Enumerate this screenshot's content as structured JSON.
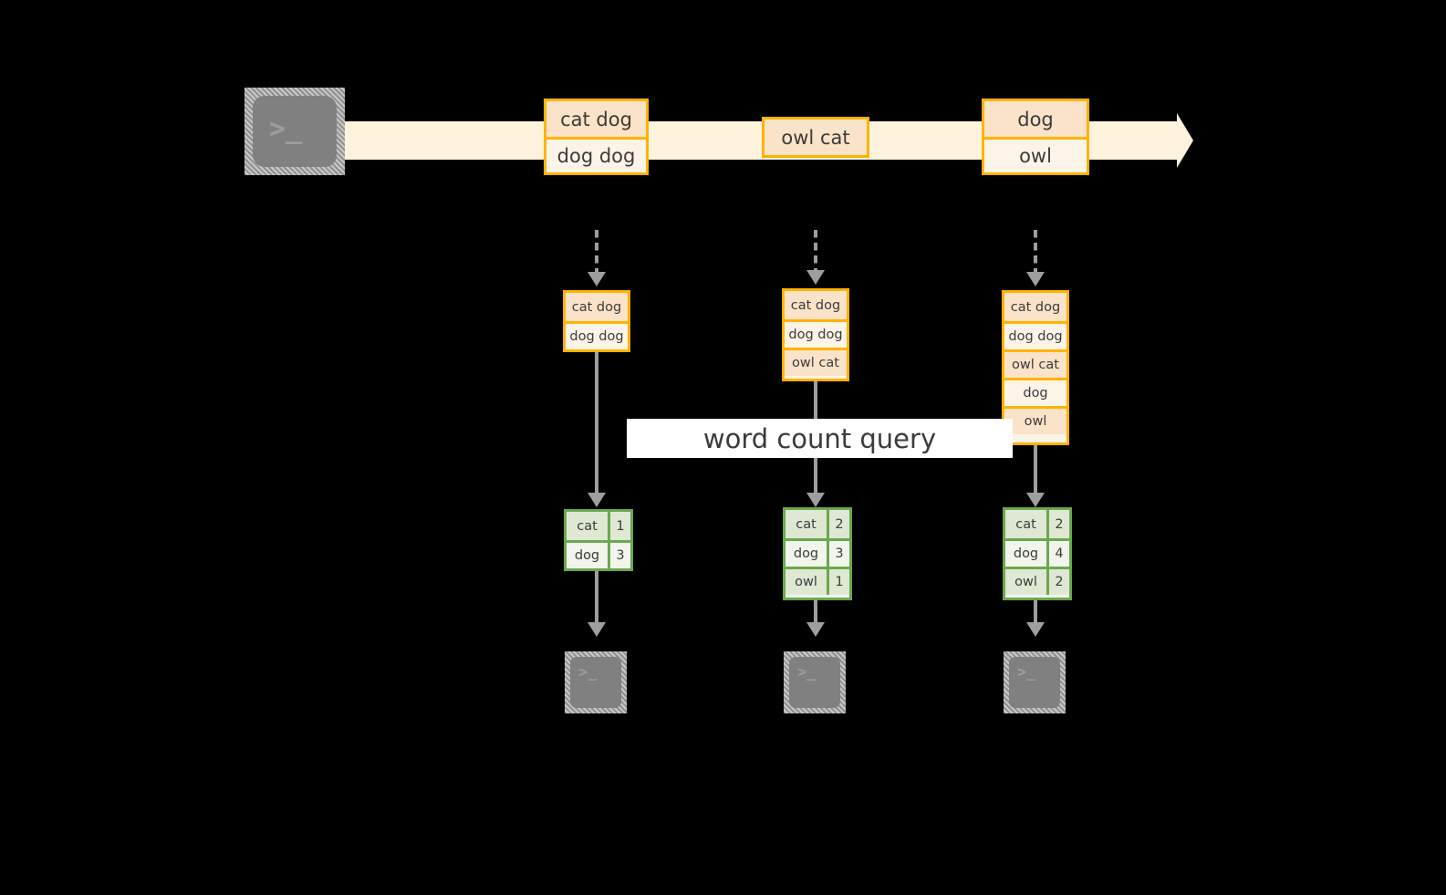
{
  "diagram": {
    "title": "word count query",
    "colors": {
      "record_border": "#ffb300",
      "record_fill_dark": "#fae3c8",
      "record_fill_light": "#fdf4e8",
      "stream_band": "#fdf3dd",
      "table_border": "#6aa84f",
      "table_fill_dark": "#dfe8d3",
      "table_fill_light": "#f2f5ec",
      "connector": "#9e9e9e",
      "terminal_fill": "#808080",
      "background": "#000000"
    },
    "source_terminal": {
      "icon": "terminal-prompt-icon",
      "glyph": ">_"
    },
    "stream": {
      "groups": [
        {
          "name": "stream-group-1",
          "rows": [
            "cat dog",
            "dog dog"
          ]
        },
        {
          "name": "stream-group-2",
          "rows": [
            "owl cat"
          ]
        },
        {
          "name": "stream-group-3",
          "rows": [
            "dog",
            "owl"
          ]
        }
      ]
    },
    "snapshots": [
      {
        "name": "snapshot-1",
        "rows": [
          "cat dog",
          "dog dog"
        ]
      },
      {
        "name": "snapshot-2",
        "rows": [
          "cat dog",
          "dog dog",
          "owl cat"
        ]
      },
      {
        "name": "snapshot-3",
        "rows": [
          "cat dog",
          "dog dog",
          "owl cat",
          "dog",
          "owl"
        ]
      }
    ],
    "results": [
      {
        "name": "result-1",
        "rows": [
          [
            "cat",
            "1"
          ],
          [
            "dog",
            "3"
          ]
        ]
      },
      {
        "name": "result-2",
        "rows": [
          [
            "cat",
            "2"
          ],
          [
            "dog",
            "3"
          ],
          [
            "owl",
            "1"
          ]
        ]
      },
      {
        "name": "result-3",
        "rows": [
          [
            "cat",
            "2"
          ],
          [
            "dog",
            "4"
          ],
          [
            "owl",
            "2"
          ]
        ]
      }
    ],
    "sink_terminals": [
      {
        "icon": "terminal-prompt-icon",
        "glyph": ">_"
      },
      {
        "icon": "terminal-prompt-icon",
        "glyph": ">_"
      },
      {
        "icon": "terminal-prompt-icon",
        "glyph": ">_"
      }
    ]
  }
}
